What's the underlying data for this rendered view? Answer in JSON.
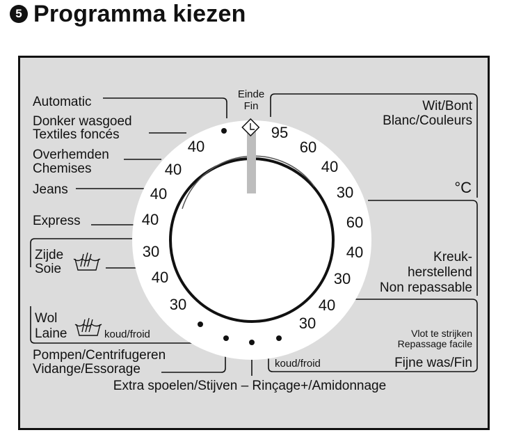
{
  "title": "Programma kiezen",
  "step_number": "5",
  "end_label": [
    "Einde",
    "Fin"
  ],
  "left": {
    "automatic": "Automatic",
    "dark_1": "Donker wasgoed",
    "dark_2": "Textiles foncés",
    "shirts_1": "Overhemden",
    "shirts_2": "Chemises",
    "jeans": "Jeans",
    "express": "Express",
    "silk_1": "Zijde",
    "silk_2": "Soie",
    "wool_1": "Wol",
    "wool_2": "Laine",
    "wool_cold": "koud/froid",
    "pump_1": "Pompen/Centrifugeren",
    "pump_2": "Vidange/Essorage"
  },
  "right": {
    "white_1": "Wit/Bont",
    "white_2": "Blanc/Couleurs",
    "celsius": "°C",
    "crease_1": "Kreuk-",
    "crease_2": "herstellend",
    "crease_3": "Non repassable",
    "easy_1": "Vlot te strijken",
    "easy_2": "Repassage facile",
    "cold": "koud/froid",
    "delicate": "Fijne was/Fin"
  },
  "bottom": "Extra spoelen/Stijven – Rinçage+/Amidonnage",
  "dial": {
    "right_temps": [
      "95",
      "60",
      "40",
      "30",
      "60",
      "40",
      "30",
      "40",
      "30"
    ],
    "left_temps": [
      "40",
      "40",
      "40",
      "40",
      "30",
      "40",
      "30"
    ]
  },
  "icons": [
    "hand-wash-icon",
    "hand-wash-icon",
    "end-diamond-icon"
  ]
}
